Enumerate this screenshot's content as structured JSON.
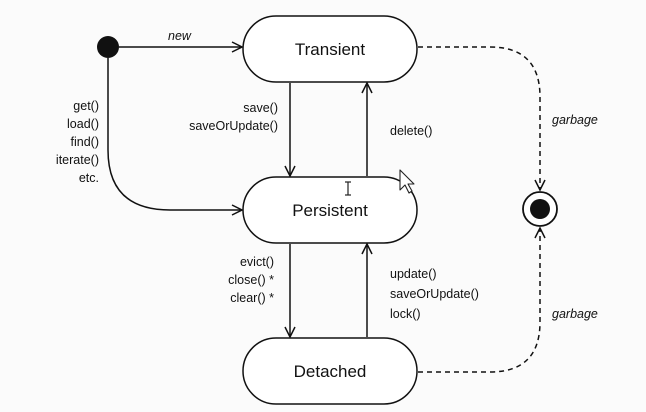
{
  "diagram": {
    "states": {
      "transient": "Transient",
      "persistent": "Persistent",
      "detached": "Detached"
    },
    "transitions": {
      "new_label": "new",
      "finder_methods": [
        "get()",
        "load()",
        "find()",
        "iterate()",
        "etc."
      ],
      "save_methods": [
        "save()",
        "saveOrUpdate()"
      ],
      "delete_methods": [
        "delete()"
      ],
      "evict_methods": [
        "evict()",
        "close() *",
        "clear() *"
      ],
      "reattach_methods": [
        "update()",
        "saveOrUpdate()",
        "lock()"
      ],
      "garbage_top": "garbage",
      "garbage_bottom": "garbage"
    },
    "colors": {
      "stroke": "#111111",
      "background": "#fbfbfb"
    }
  }
}
